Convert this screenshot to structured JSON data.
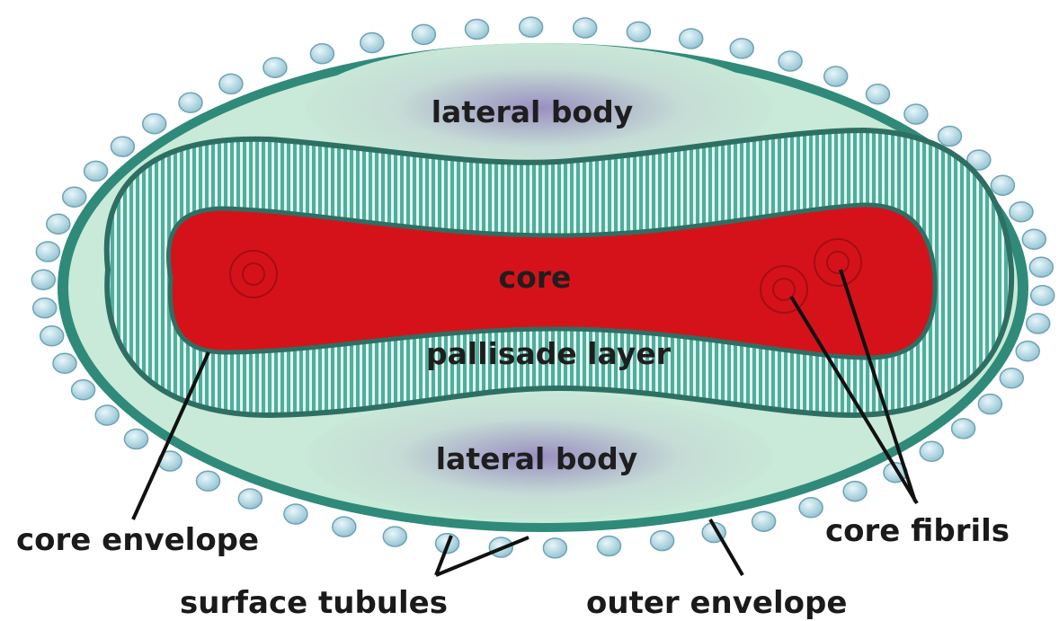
{
  "labels": {
    "lateral_body_top": "lateral body",
    "lateral_body_bottom": "lateral body",
    "core": "core",
    "pallisade_layer": "pallisade layer",
    "core_envelope": "core envelope",
    "core_fibrils": "core fibrils",
    "surface_tubules": "surface tubules",
    "outer_envelope": "outer envelope"
  },
  "colors": {
    "outer_membrane": "#2f8a7a",
    "envelope_fill": "#c9ead8",
    "lateral_body_center": "#9a8fc0",
    "pallisade": "#4fae9e",
    "pallisade_stripe": "#e2f4ee",
    "core": "#d5121a",
    "core_edge": "#2e6f63",
    "tubule": "#a9d2df",
    "label_text": "#1a1a1a"
  }
}
